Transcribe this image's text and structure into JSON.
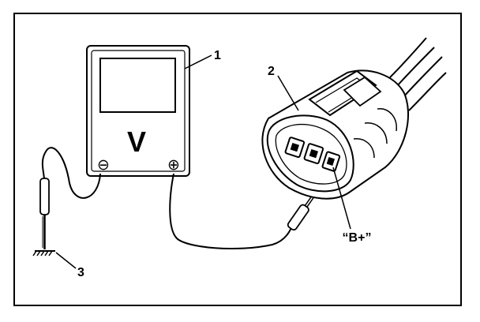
{
  "diagram": {
    "meter_symbol": "V",
    "negative_terminal_symbol": "⊖",
    "positive_terminal_symbol": "⊕",
    "callouts": {
      "meter": "1",
      "connector": "2",
      "ground": "3",
      "bplus": "“B+”"
    }
  }
}
